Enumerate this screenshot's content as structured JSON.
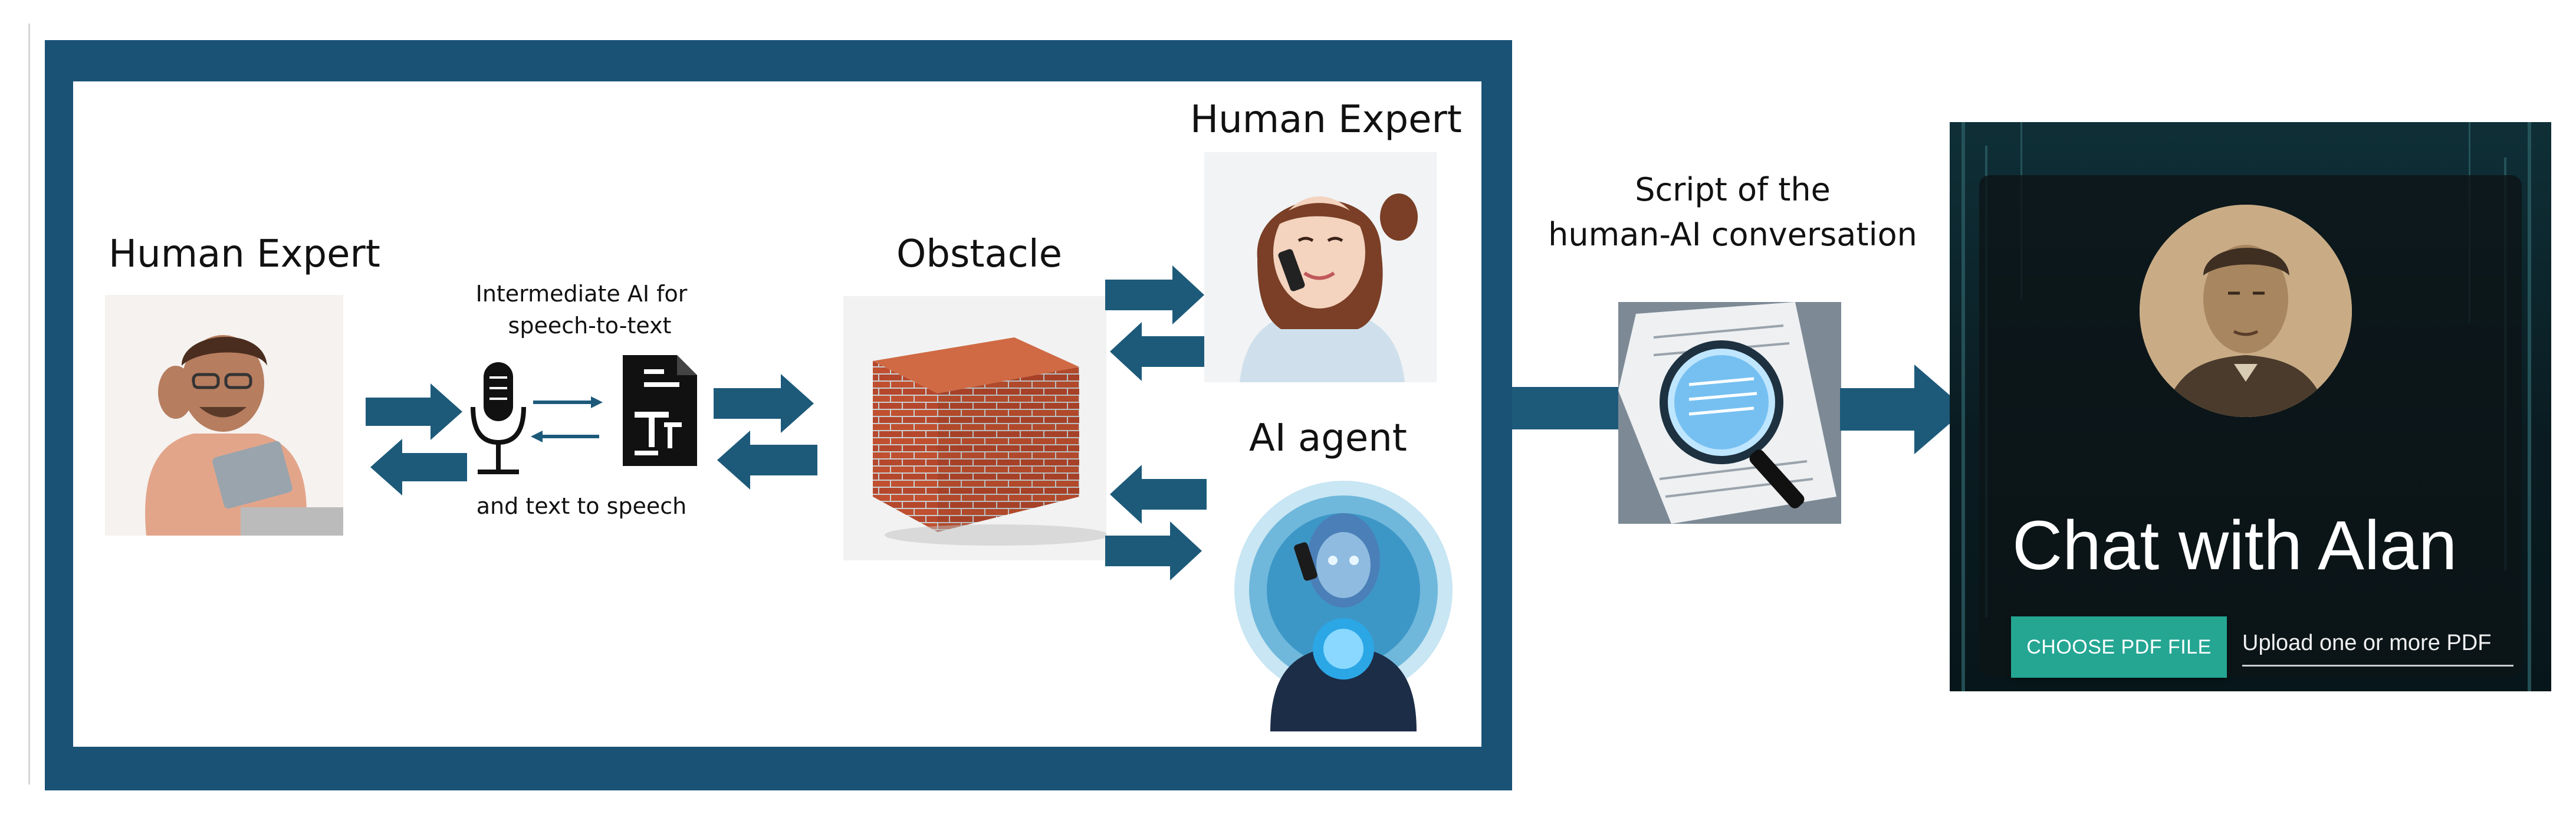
{
  "left_panel": {
    "human_expert_left_label": "Human Expert",
    "intermediate_ai_line1": "Intermediate AI for",
    "intermediate_ai_line2": "speech-to-text",
    "intermediate_ai_line3": "and text to speech",
    "obstacle_label": "Obstacle",
    "human_expert_right_label": "Human Expert",
    "ai_agent_label": "AI agent"
  },
  "middle": {
    "script_line1": "Script of the",
    "script_line2": "human-AI conversation"
  },
  "chat_app": {
    "title": "Chat with Alan",
    "choose_button": "CHOOSE PDF FILE",
    "upload_placeholder": "Upload one or more PDF"
  },
  "colors": {
    "frame": "#1a5276",
    "arrow": "#1d5a7a",
    "button": "#24a693",
    "brick": "#b5472c"
  },
  "icons": [
    "microphone-icon",
    "document-icon",
    "magnifier-icon"
  ]
}
